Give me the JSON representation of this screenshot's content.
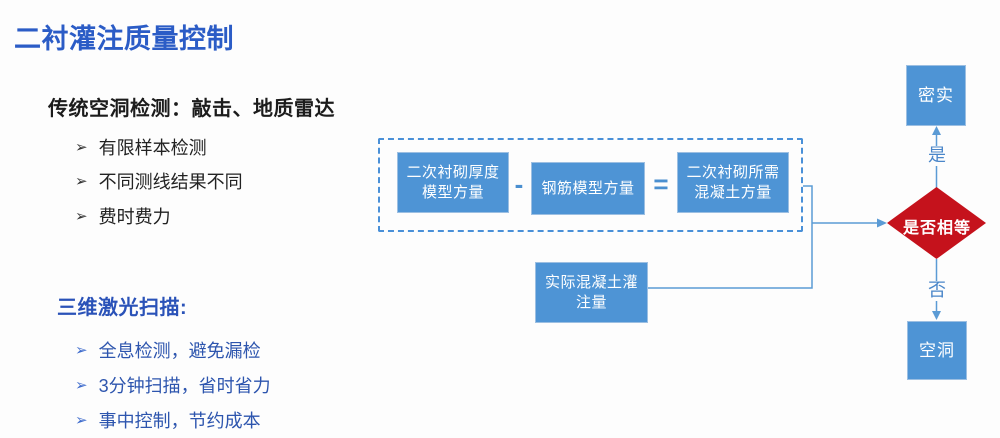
{
  "title": "二衬灌注质量控制",
  "colors": {
    "title_blue": "#2B5CC6",
    "body_blue": "#2D55AE",
    "accent_box_blue": "#4E94D5",
    "connector_blue": "#5B9BD5",
    "diamond_red": "#C5121C"
  },
  "left": {
    "bullet_glyph": "➢",
    "traditional": {
      "heading": "传统空洞检测：敲击、地质雷达",
      "items": [
        "有限样本检测",
        "不同测线结果不同",
        "费时费力"
      ]
    },
    "laser": {
      "heading": "三维激光扫描:",
      "items": [
        "全息检测，避免漏检",
        "3分钟扫描，省时省力",
        "事中控制，节约成本"
      ]
    }
  },
  "flowchart": {
    "formula": {
      "box_thickness_line1": "二次衬砌厚度",
      "box_thickness_line2": "模型方量",
      "minus": "-",
      "box_rebar": "钢筋模型方量",
      "equals": "=",
      "box_required_line1": "二次衬砌所需",
      "box_required_line2": "混凝土方量"
    },
    "box_actual_line1": "实际混凝土灌",
    "box_actual_line2": "注量",
    "decision": "是否相等",
    "yes_label": "是",
    "no_label": "否",
    "result_dense": "密实",
    "result_void": "空洞"
  }
}
